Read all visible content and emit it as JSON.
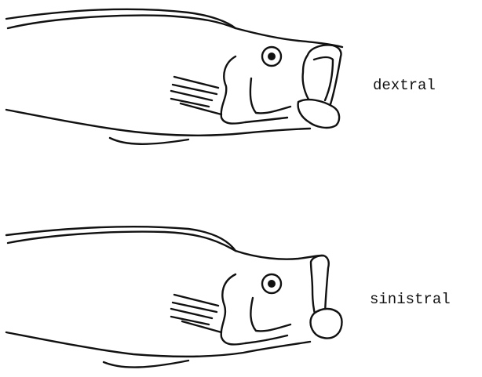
{
  "figure": {
    "fish_top": {
      "label": "dextral",
      "mouth_direction": "right"
    },
    "fish_bottom": {
      "label": "sinistral",
      "mouth_direction": "left"
    }
  },
  "colors": {
    "ink": "#111111",
    "background": "#ffffff"
  }
}
